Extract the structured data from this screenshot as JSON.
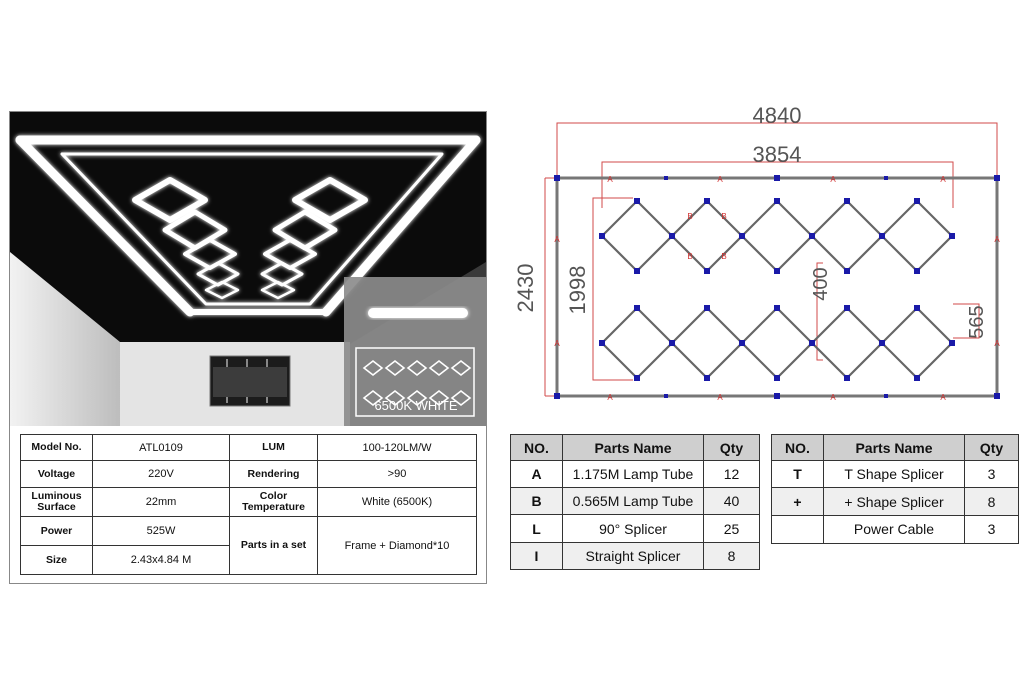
{
  "photo": {
    "badge_title": "6500K WHITE",
    "badge_subtitle": "AFTER INSTALLATION"
  },
  "spec": {
    "model_label": "Model No.",
    "model_value": "ATL0109",
    "lum_label": "LUM",
    "lum_value": "100-120LM/W",
    "voltage_label": "Voltage",
    "voltage_value": "220V",
    "rendering_label": "Rendering",
    "rendering_value": ">90",
    "surface_label": "Luminous Surface",
    "surface_value": "22mm",
    "color_label": "Color Temperature",
    "color_value": "White (6500K)",
    "power_label": "Power",
    "power_value": "525W",
    "parts_label": "Parts in a set",
    "parts_value": "Frame + Diamond*10",
    "size_label": "Size",
    "size_value": "2.43x4.84 M"
  },
  "drawing": {
    "dim_total_width": "4840",
    "dim_inner_width": "3854",
    "dim_total_height": "2430",
    "dim_inner_height": "1998",
    "dim_gap": "400",
    "dim_diamond": "565",
    "marker_a": "A",
    "marker_b": "B"
  },
  "parts_left": {
    "headers": [
      "NO.",
      "Parts Name",
      "Qty"
    ],
    "rows": [
      {
        "no": "A",
        "name": "1.175M Lamp Tube",
        "qty": "12"
      },
      {
        "no": "B",
        "name": "0.565M Lamp Tube",
        "qty": "40"
      },
      {
        "no": "L",
        "name": "90° Splicer",
        "qty": "25"
      },
      {
        "no": "I",
        "name": "Straight Splicer",
        "qty": "8"
      }
    ]
  },
  "parts_right": {
    "headers": [
      "NO.",
      "Parts Name",
      "Qty"
    ],
    "rows": [
      {
        "no": "T",
        "name": "T Shape Splicer",
        "qty": "3"
      },
      {
        "no": "+",
        "name": "+ Shape Splicer",
        "qty": "8"
      },
      {
        "no": "",
        "name": "Power Cable",
        "qty": "3"
      }
    ]
  }
}
